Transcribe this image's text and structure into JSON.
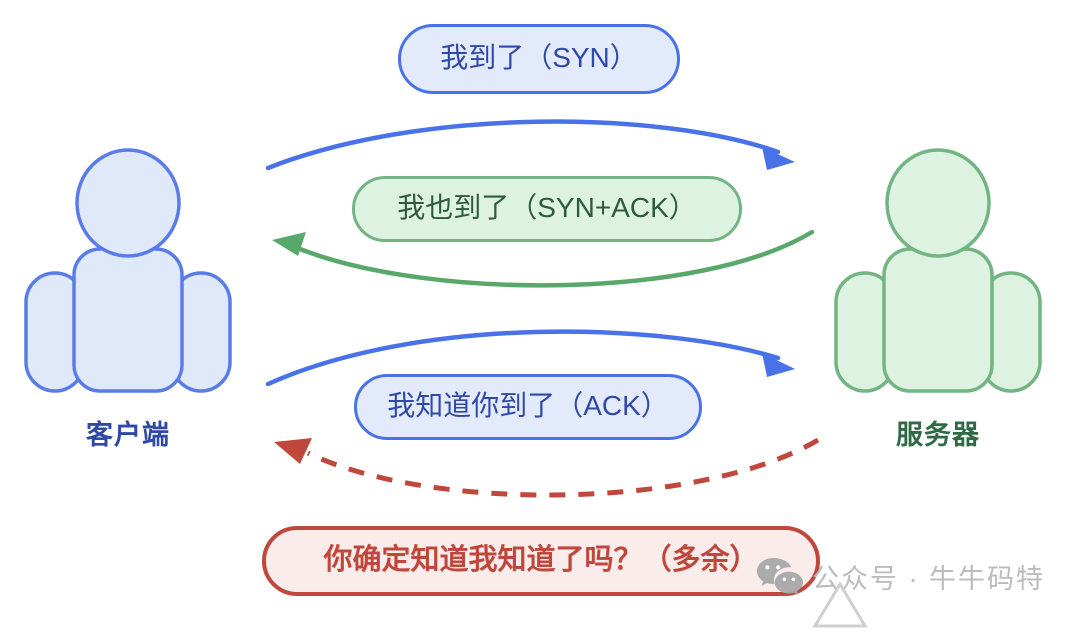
{
  "diagram": {
    "title": "TCP three-way handshake illustration",
    "background_color": "#ffffff",
    "actors": [
      {
        "id": "client",
        "label": "客户端",
        "color": "#2f49a8",
        "fill": "#e2eafb",
        "stroke": "#5a7ce8",
        "icon": "person-icon"
      },
      {
        "id": "server",
        "label": "服务器",
        "color": "#2e6b45",
        "fill": "#ddf2e1",
        "stroke": "#72b582",
        "icon": "person-icon"
      }
    ],
    "messages": [
      {
        "id": "syn",
        "label": "我到了（SYN）",
        "style": "blue",
        "direction": "client-to-server",
        "line": "solid",
        "color": "#4a72e8"
      },
      {
        "id": "synack",
        "label": "我也到了（SYN+ACK）",
        "style": "green",
        "direction": "server-to-client",
        "line": "solid",
        "color": "#58a86c"
      },
      {
        "id": "ack",
        "label": "我知道你到了（ACK）",
        "style": "blue",
        "direction": "client-to-server",
        "line": "solid",
        "color": "#4a72e8"
      },
      {
        "id": "extra",
        "label": "你确定知道我知道了吗？（多余）",
        "style": "red",
        "direction": "server-to-client",
        "line": "dashed",
        "color": "#c0473b"
      }
    ],
    "watermark": {
      "text": "公众号 · 牛牛码特",
      "icon": "wechat-icon",
      "secondary_icon": "triangle-icon",
      "color": "#b9b9b9"
    },
    "colors": {
      "blue_stroke": "#4a72e8",
      "blue_fill": "#e2eafb",
      "blue_text": "#2f49a8",
      "green_stroke": "#72b582",
      "green_fill": "#ddf2e1",
      "green_text": "#2f5a42",
      "green_arrow": "#58a86c",
      "red_stroke": "#c0473b",
      "red_fill": "#fbecec",
      "watermark_grey": "#b9b9b9"
    }
  }
}
